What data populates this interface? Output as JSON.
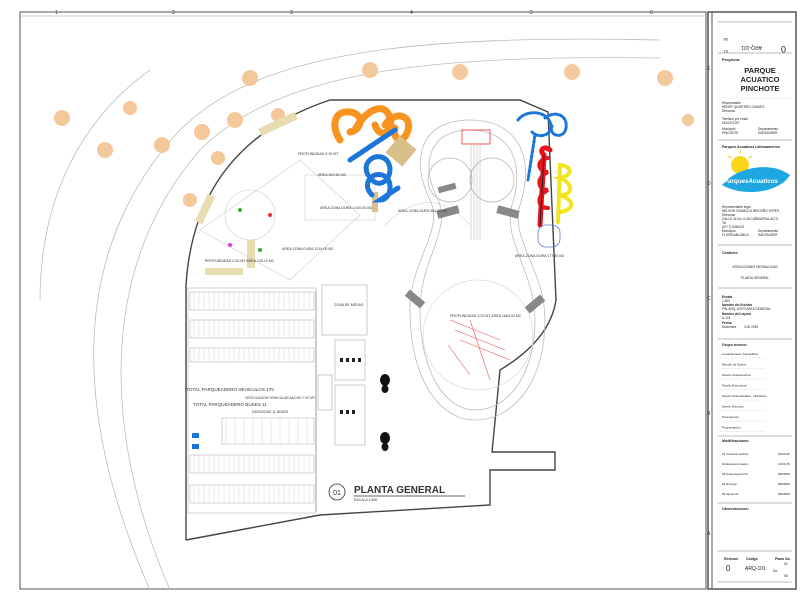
{
  "grid": {
    "columns": [
      "1",
      "2",
      "3",
      "4",
      "5",
      "6"
    ],
    "rows": [
      "E",
      "D",
      "C",
      "B",
      "A"
    ]
  },
  "plan": {
    "title_number": "01",
    "title": "PLANTA GENERAL",
    "scale": "ESCALA 1:500",
    "labels": [
      "PROFUNDIDAD 0.30 MT",
      "AREA 620.60 M2",
      "AREA ZONA DURA 1.020.00 M2",
      "AREA ZONA DURA 561.00 M2",
      "AREA ZONA DURA 1214.00 M2",
      "PROFUNDIDAD 0.30 MT AREA 135.10 M2",
      "AREA ZONA DURA 177.40 M2",
      "PROFUNDIDAD 0.20 MT AREA 1664.94 M2",
      "ZONA DE MESAS"
    ],
    "parking": {
      "total_vehicles": "TOTAL PARQUEADERO VEHICULOS 175",
      "total_buses": "TOTAL PARQUEADERO BUSES 11",
      "circulation": "CIRCULACION VEHICULAR ANCHO 7.00 MT",
      "bus_capacity": "CAPACIDAD 11 BUSES"
    }
  },
  "title_block": {
    "top_revision": "0",
    "top_code": "ARQ-101",
    "top_sheet": "01",
    "top_of": "08",
    "project_label": "Proyecto:",
    "project_name": "PARQUE ACUATICO PINCHOTE",
    "responsible_label": "Responsable",
    "responsible": "HENRY QUINTERO CHAVEZ",
    "address_label": "Direccion",
    "phone_label": "Telefono y/o email",
    "phone": "3120371107",
    "municipality_label": "Municipio",
    "municipality": "PINCHOTE",
    "department_label": "Departamento",
    "department": "SANTANDER",
    "company": "Parques Acuaticos Latinoamerica",
    "logo_text": "ParquesAcuaticos",
    "legal_rep_label": "Representante legal",
    "legal_rep": "NELSON OSWALDO BRICEÑO YEPES",
    "legal_address_label": "Direccion",
    "legal_address": "CALLE 34 No. 6-06 CAÑAVERAL ALTO",
    "tel_label": "Tel",
    "tel": "(57+7) 6381001",
    "municipality2": "FLORIDABLANCA",
    "department2": "SANTANDER",
    "content_label": "Contiene:",
    "content_lines": [
      "ATRACCIONES HIDRAULICAS",
      "PLANTA GENERAL"
    ],
    "scale_label": "Escala",
    "scale": "1:500",
    "file_label": "Nombre del Archivo",
    "file": "PIN-ARQ-100 PLANTA GENERAL",
    "layout_label": "Nombre del Layout",
    "layout": "A-101",
    "date_label": "Fecha:",
    "date_sub": "Diciembre",
    "date": "3.00.2015",
    "team_label": "Grupo tecnico:",
    "team": [
      "Levantamiento Topografico",
      "Estudio de Suelos",
      "Diseño Arquitectonico",
      "Diseño Estructural",
      "Diseño Hidrosanitario - Hidraulico",
      "Diseño Electrico",
      "Presupuesto",
      "Programacion"
    ],
    "mods_label": "Modificaciones:",
    "mods": [
      {
        "name": "01 Creacion archivo",
        "date": "04/01/15"
      },
      {
        "name": "02 Esquema basico",
        "date": "21/01/15"
      },
      {
        "name": "03 Anteproyecto 01",
        "date": "08/08/08"
      },
      {
        "name": "04 Entrega",
        "date": "08/08/08"
      },
      {
        "name": "05 Ajuste 01",
        "date": "08/08/08"
      }
    ],
    "obs_label": "Observaciones:",
    "rev_label": "Revision",
    "rev": "0",
    "code_label": "Codigo",
    "code": "ARQ-101",
    "sheet_label": "Plano No.",
    "sheet": "01",
    "of_label": "De",
    "of": "08"
  },
  "colors": {
    "slide_orange": "#f7931e",
    "slide_blue": "#1c75d8",
    "slide_red": "#e8141b",
    "slide_yellow": "#f2e51f",
    "tree": "#f4c89a",
    "deck": "#d9bf8a"
  }
}
